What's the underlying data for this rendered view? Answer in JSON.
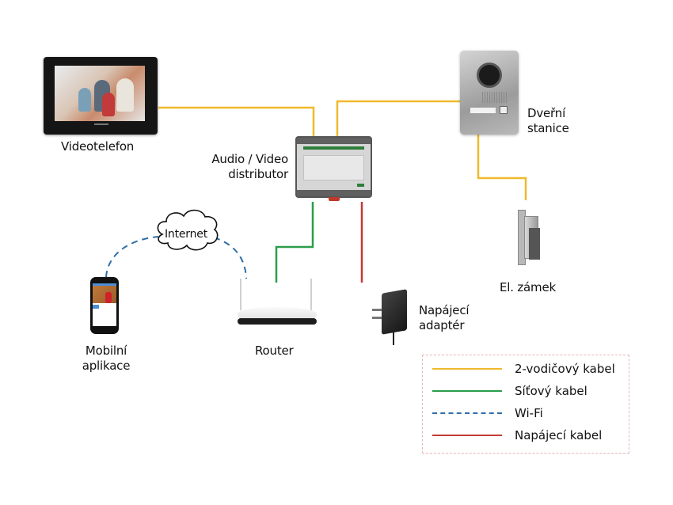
{
  "diagram": {
    "devices": {
      "videotelefon": "Videotelefon",
      "distributor_line1": "Audio / Video",
      "distributor_line2": "distributor",
      "door_line1": "Dveřní",
      "door_line2": "stanice",
      "lock": "El. zámek",
      "internet": "Internet",
      "mobile_line1": "Mobilní",
      "mobile_line2": "aplikace",
      "router": "Router",
      "adapter_line1": "Napájecí",
      "adapter_line2": "adaptér"
    },
    "connections": [
      {
        "from": "Videotelefon",
        "to": "Audio / Video distributor",
        "type": "2-wire"
      },
      {
        "from": "Dveřní stanice",
        "to": "Audio / Video distributor",
        "type": "2-wire"
      },
      {
        "from": "Dveřní stanice",
        "to": "El. zámek",
        "type": "2-wire"
      },
      {
        "from": "Audio / Video distributor",
        "to": "Router",
        "type": "network"
      },
      {
        "from": "Audio / Video distributor",
        "to": "Napájecí adaptér",
        "type": "power"
      },
      {
        "from": "Mobilní aplikace",
        "to": "Internet",
        "type": "wifi"
      },
      {
        "from": "Internet",
        "to": "Router",
        "type": "wifi"
      }
    ],
    "colors": {
      "two_wire": "#f0b92b",
      "network": "#2a9d4c",
      "wifi": "#2f6fa8",
      "power": "#c33a35"
    },
    "legend": [
      {
        "label": "2-vodičový kabel",
        "color": "#f0b92b",
        "style": "solid"
      },
      {
        "label": "Síťový kabel",
        "color": "#2a9d4c",
        "style": "solid"
      },
      {
        "label": "Wi-Fi",
        "color": "#2f6fa8",
        "style": "dashed"
      },
      {
        "label": "Napájecí kabel",
        "color": "#c33a35",
        "style": "solid"
      }
    ]
  }
}
